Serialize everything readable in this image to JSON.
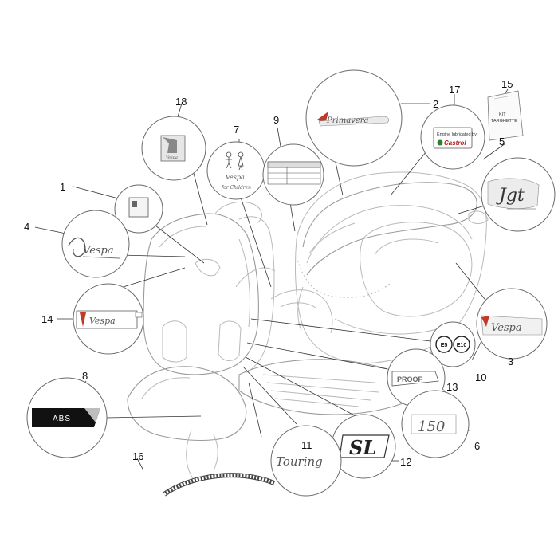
{
  "parts": [
    {
      "number": "1"
    },
    {
      "number": "2"
    },
    {
      "number": "3"
    },
    {
      "number": "4"
    },
    {
      "number": "5"
    },
    {
      "number": "6"
    },
    {
      "number": "7"
    },
    {
      "number": "8"
    },
    {
      "number": "9"
    },
    {
      "number": "10"
    },
    {
      "number": "11"
    },
    {
      "number": "12"
    },
    {
      "number": "13"
    },
    {
      "number": "14"
    },
    {
      "number": "15"
    },
    {
      "number": "16"
    },
    {
      "number": "17"
    },
    {
      "number": "18"
    }
  ],
  "decals": {
    "primavera": "Primavera",
    "vespa": "Vespa",
    "gts": "Jgt",
    "castrol_line1": "Engine lubricated by",
    "castrol_brand": "Castrol",
    "kit_line1": "KIT",
    "kit_line2": "TARGHETTE",
    "children_brand": "Vespa",
    "children_line": "for Children",
    "abs": "ABS",
    "e5": "E5",
    "e10": "E10",
    "proof": "PROOF",
    "capacity": "150",
    "sl": "SL",
    "touring": "Touring"
  },
  "colors": {
    "outline": "#6a6a6a",
    "scooter_line": "#b9b9b9",
    "accent_red": "#c0392b"
  }
}
